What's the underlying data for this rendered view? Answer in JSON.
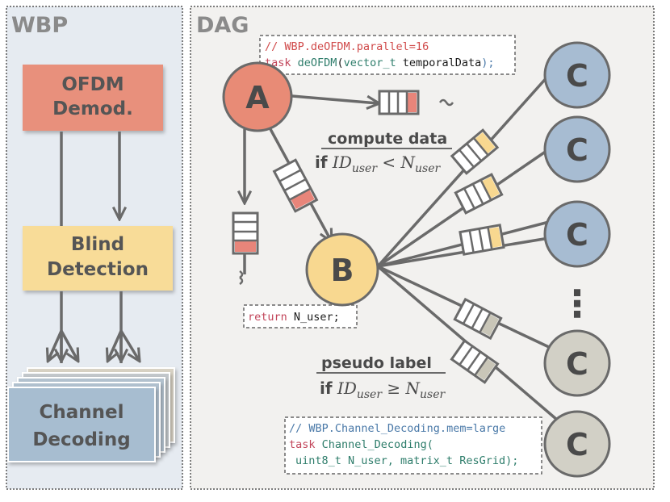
{
  "wbp_panel": {
    "title": "WBP",
    "ofdm_box": {
      "line1": "OFDM",
      "line2": "Demod."
    },
    "blind_box": {
      "line1": "Blind",
      "line2": "Detection"
    },
    "channel_box": {
      "line1": "Channel",
      "line2": "Decoding"
    }
  },
  "dag_panel": {
    "title": "DAG",
    "node_a": "A",
    "node_b": "B",
    "node_c": "C",
    "ellipsis": "⋮",
    "code_top": {
      "comment": "// WBP.deOFDM.parallel=16",
      "keyword": "task",
      "fn": "deOFDM",
      "open": "(",
      "type": "vector_t",
      "arg": " temporalData",
      "close": ");"
    },
    "code_return": {
      "keyword": "return",
      "rest": " N_user;"
    },
    "code_bottom": {
      "comment": "// WBP.Channel_Decoding.mem=large",
      "keyword": "task",
      "fn": "Channel_Decoding(",
      "line3": "uint8_t N_user, matrix_t ResGrid);"
    },
    "label_compute": "compute data",
    "label_pseudo": "pseudo label",
    "cond_if": "if",
    "cond_var": "ID",
    "cond_sub": "user",
    "cond_lt": "<",
    "cond_ge": "≥",
    "cond_n": "N"
  },
  "colors": {
    "panel_bg_left": "#e6ebf1",
    "panel_bg_right": "#f2f1ef",
    "ofdm": "#e8907c",
    "blind": "#f8dc98",
    "channel": "#a7bdd0",
    "node_a": "#e88b76",
    "node_b": "#f8d890",
    "node_c_blue": "#a7bcd2",
    "node_c_gray": "#d2d0c6",
    "queue_red": "#e8857a",
    "queue_yellow": "#f8d890",
    "queue_gray": "#c9c6b8"
  }
}
